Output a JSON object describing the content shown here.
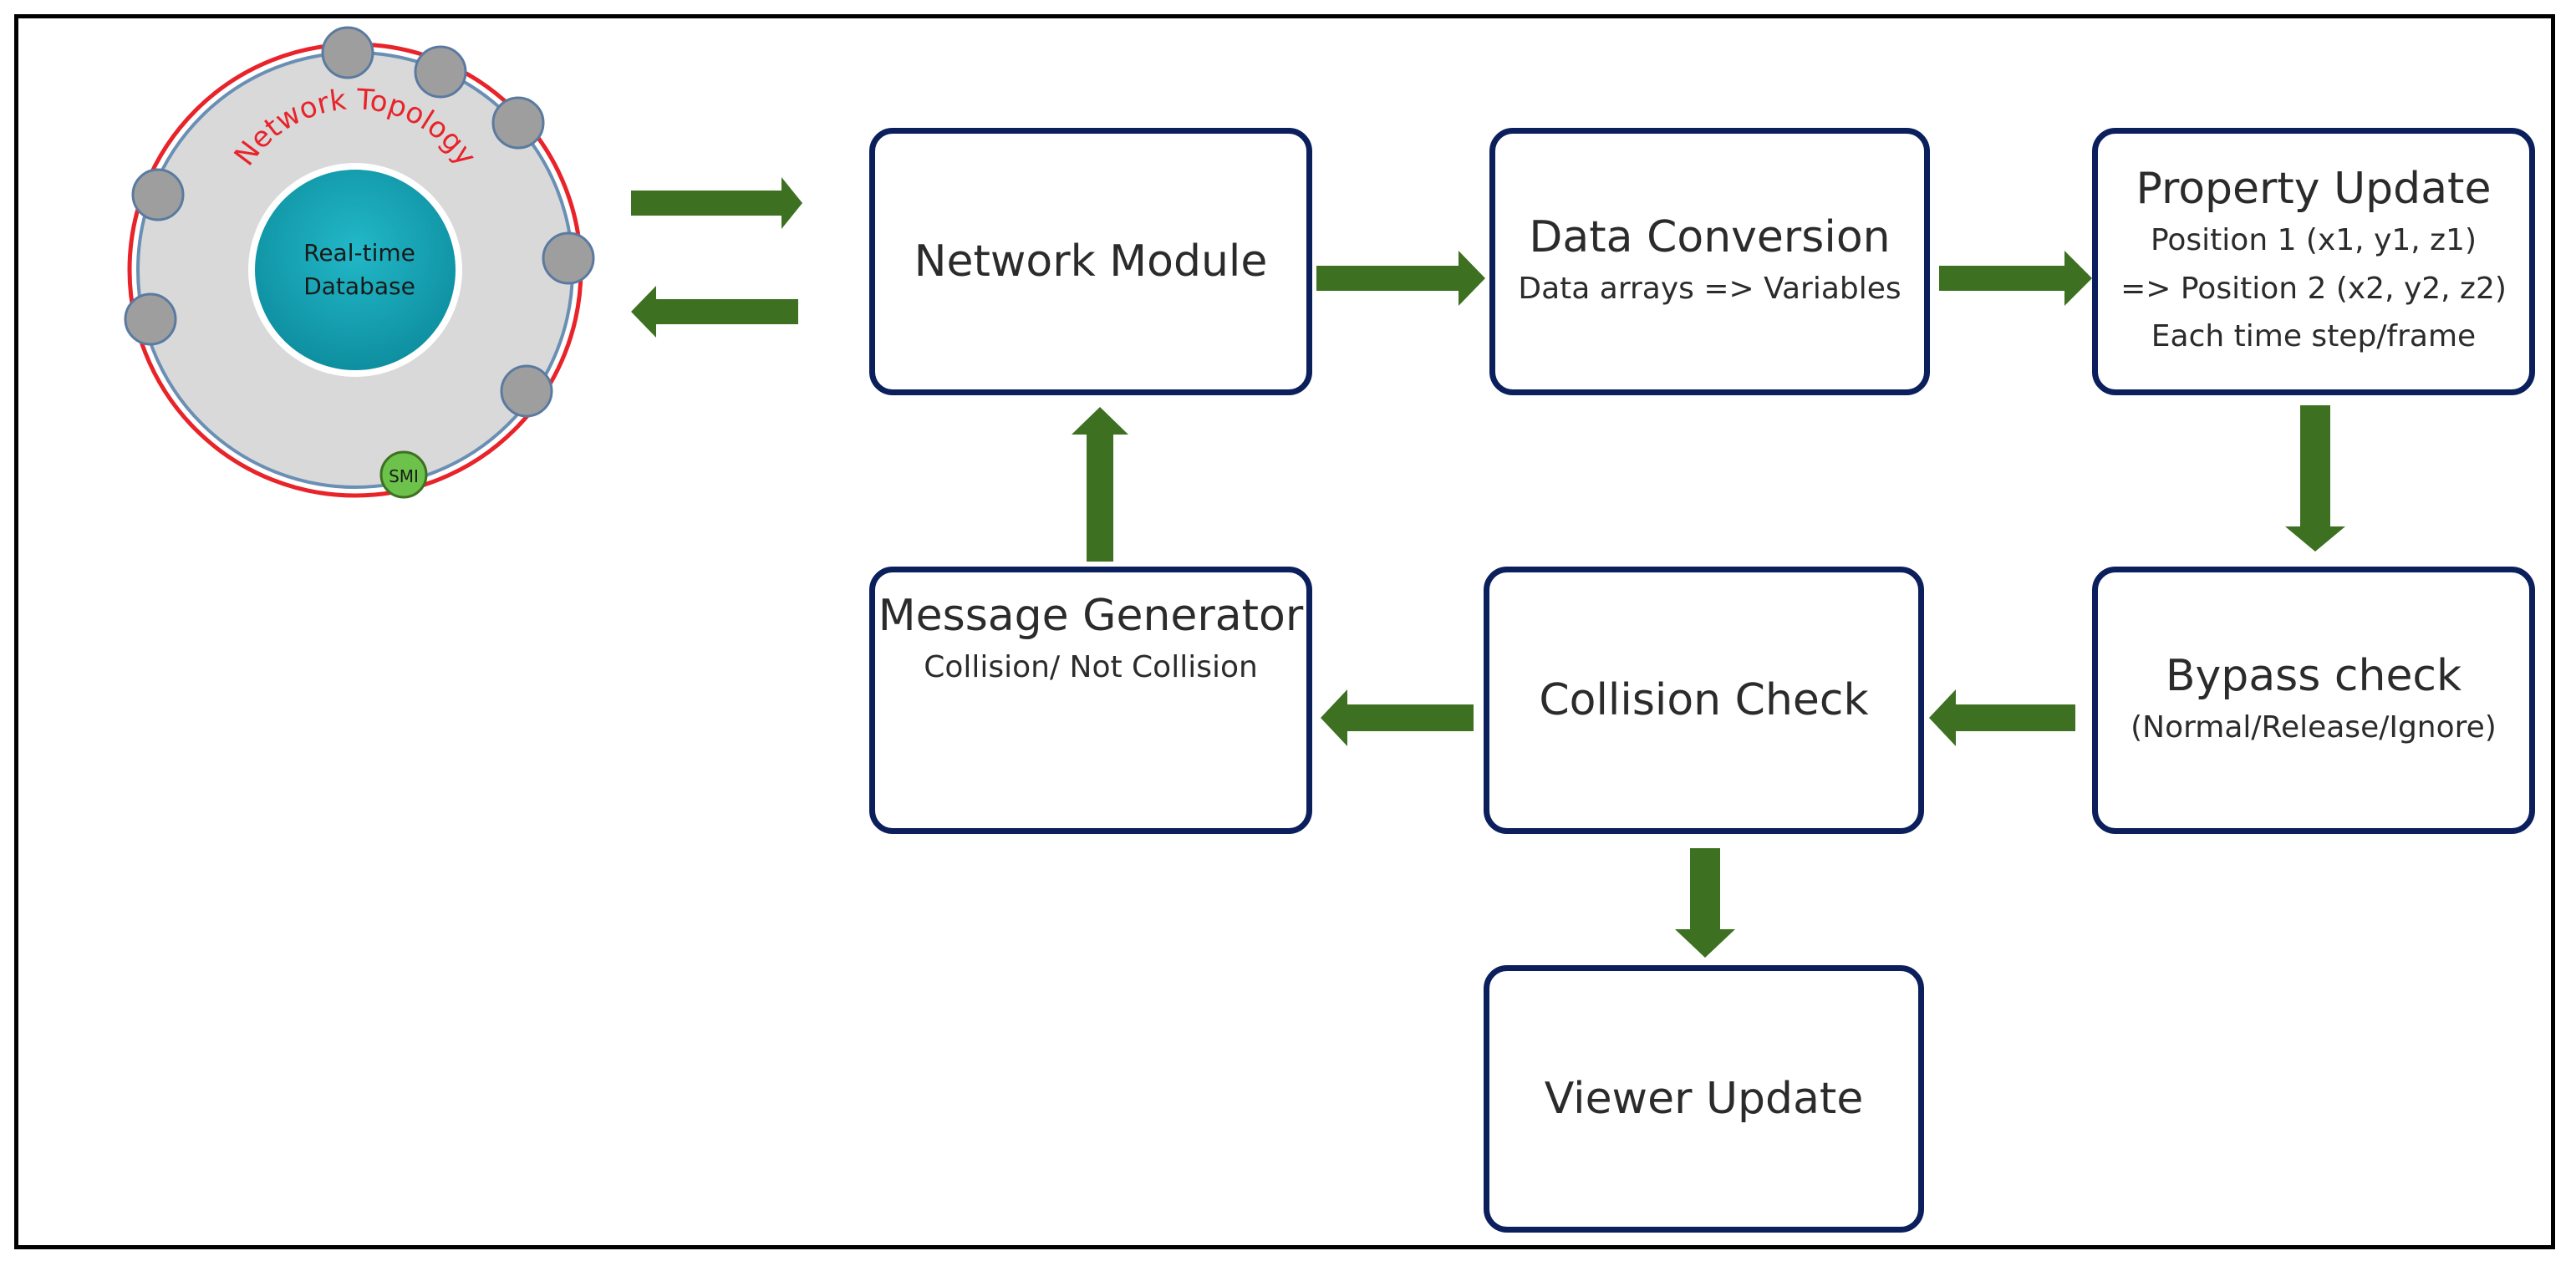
{
  "topology": {
    "label": "Network Topology",
    "center_line1": "Real-time",
    "center_line2": "Database",
    "smi_label": "SMI"
  },
  "boxes": {
    "network_module": {
      "title": "Network Module"
    },
    "data_conversion": {
      "title": "Data Conversion",
      "sub": "Data arrays => Variables"
    },
    "property_update": {
      "title": "Property Update",
      "line1": "Position 1 (x1, y1, z1)",
      "line2": "=> Position 2 (x2, y2, z2)",
      "line3": "Each time step/frame"
    },
    "bypass_check": {
      "title": "Bypass check",
      "sub": "(Normal/Release/Ignore)"
    },
    "collision_check": {
      "title": "Collision Check"
    },
    "message_generator": {
      "title": "Message Generator",
      "sub": "Collision/ Not Collision"
    },
    "viewer_update": {
      "title": "Viewer Update"
    }
  },
  "colors": {
    "box_border": "#0a1f5c",
    "arrow": "#3d7021",
    "topology_ring": "#e8232a",
    "topology_fill": "#d9d9d9",
    "database": "#1aa7b8",
    "node": "#9e9e9e",
    "smi_node": "#6cc24a"
  }
}
